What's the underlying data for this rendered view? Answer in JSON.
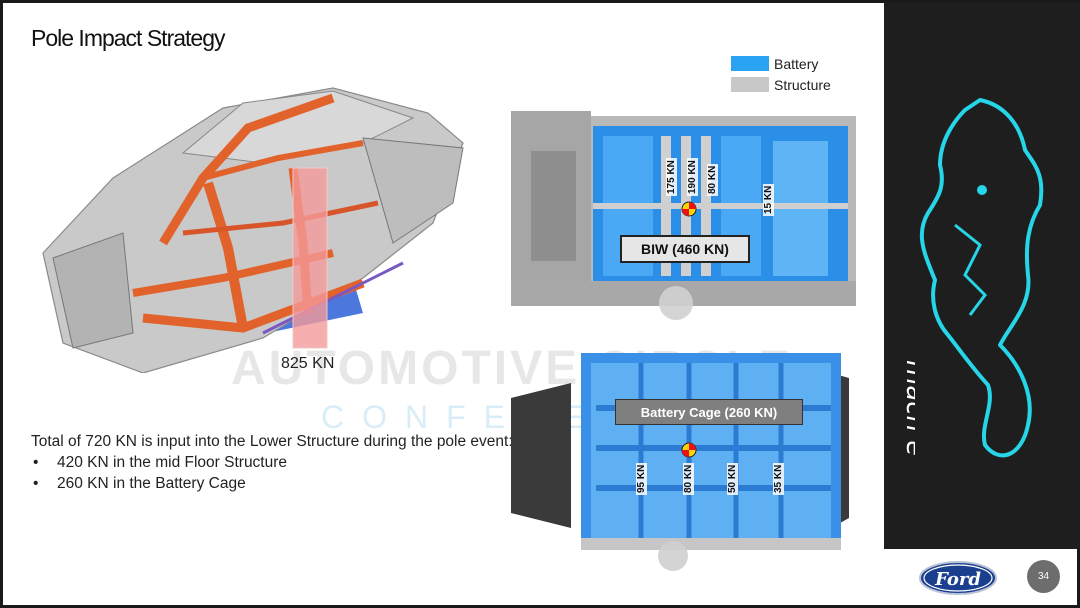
{
  "slide": {
    "title": "Pole Impact Strategy",
    "page_number": "34"
  },
  "legend": {
    "items": [
      {
        "label": "Battery",
        "color": "#29a3f2"
      },
      {
        "label": "Structure",
        "color": "#c8c8c8"
      }
    ]
  },
  "car_diagram": {
    "pole_label": "825 KN"
  },
  "watermark": {
    "line1": "AUTOMOTIVE CIRCLE",
    "line2": "CONFERENCE"
  },
  "body": {
    "intro": "Total of 720 KN is input into the Lower Structure during the pole event:",
    "bullets": [
      "420 KN in the mid Floor Structure",
      "260 KN in the Battery Cage"
    ]
  },
  "biw_diagram": {
    "label": "BIW (460 KN)",
    "load_labels": [
      "175 KN",
      "190 KN",
      "80 KN",
      "15 KN"
    ]
  },
  "battery_cage_diagram": {
    "label": "Battery Cage (260 KN)",
    "load_labels": [
      "95 KN",
      "80 KN",
      "50 KN",
      "35 KN"
    ]
  },
  "sidebar": {
    "brand_text": "mach e",
    "logo_text": "Ford",
    "accent_color": "#26d6e8"
  }
}
